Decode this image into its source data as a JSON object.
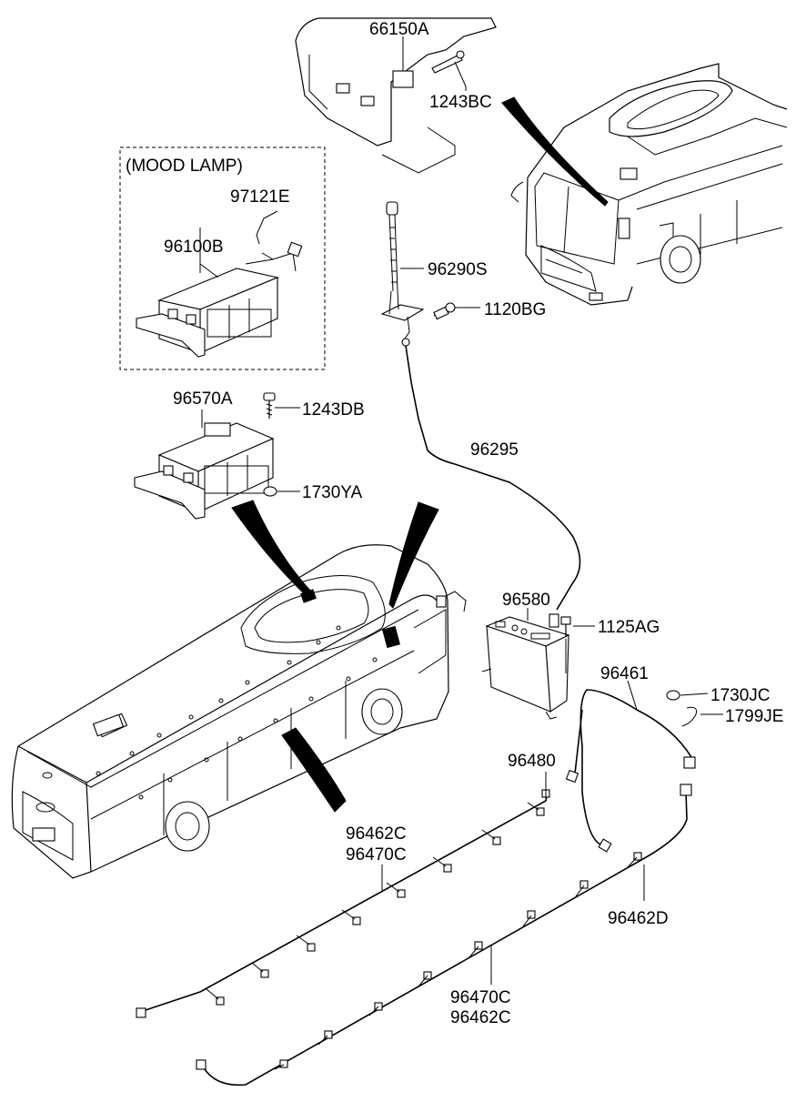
{
  "labels": {
    "p66150A": "66150A",
    "p1243BC": "1243BC",
    "mood_lamp": "(MOOD LAMP)",
    "p97121E": "97121E",
    "p96100B": "96100B",
    "p96290S": "96290S",
    "p1120BG": "1120BG",
    "p96570A": "96570A",
    "p1243DB": "1243DB",
    "p1730YA": "1730YA",
    "p96295": "96295",
    "p96580": "96580",
    "p1125AG": "1125AG",
    "p96461": "96461",
    "p1730JC": "1730JC",
    "p1799JE": "1799JE",
    "p96480": "96480",
    "p96462C_a": "96462C",
    "p96470C_a": "96470C",
    "p96462D": "96462D",
    "p96470C_b": "96470C",
    "p96462C_b": "96462C"
  }
}
